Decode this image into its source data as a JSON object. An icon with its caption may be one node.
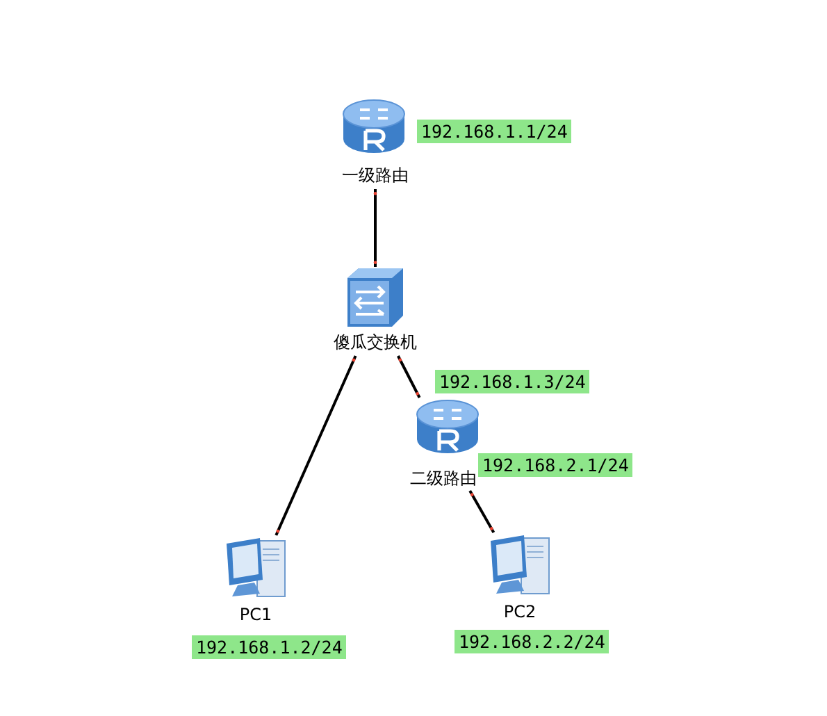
{
  "diagram": {
    "nodes": [
      {
        "text": [
          "一级路由"
        ],
        "beside": [
          "192.168.1.1/24"
        ]
      },
      {
        "text": [
          "傻瓜交换机"
        ]
      },
      {
        "text": [
          "二级路由"
        ],
        "beside": [
          "192.168.1.3/24",
          "192.168.2.1/24"
        ]
      },
      {
        "text": [
          "PC1"
        ],
        "beside": [
          "192.168.1.2/24"
        ]
      },
      {
        "text": [
          "PC2"
        ],
        "beside": [
          "192.168.2.2/24"
        ]
      }
    ],
    "edges": [
      {
        "from": 0,
        "to": 1,
        "arrow": "other"
      },
      {
        "from": 1,
        "to": 3,
        "arrow": "other"
      },
      {
        "from": 1,
        "to": 2,
        "arrow": "other"
      },
      {
        "from": 2,
        "to": 4,
        "arrow": "other"
      }
    ]
  }
}
